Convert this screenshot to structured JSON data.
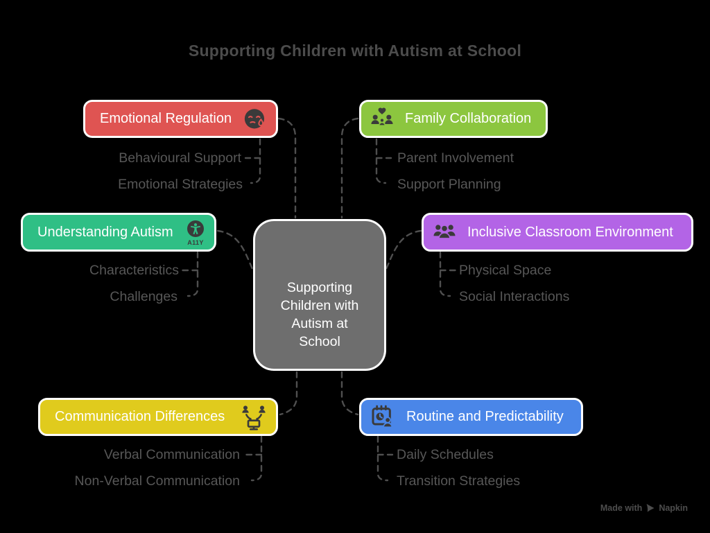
{
  "page": {
    "background_color": "#000000",
    "title": "Supporting Children with Autism at School",
    "watermark": {
      "prefix": "Made with",
      "brand": "Napkin"
    }
  },
  "center_node": {
    "label": "Supporting Children with Autism at School",
    "lines": [
      "Supporting",
      "Children with",
      "Autism at",
      "School"
    ],
    "color": "#6E6E6E",
    "text_color": "#FFFFFF"
  },
  "branches": [
    {
      "id": "emotional-regulation",
      "label": "Emotional Regulation",
      "color": "#DF5452",
      "icon": "crying-face-icon",
      "icon_side": "right",
      "children": [
        "Behavioural Support",
        "Emotional Strategies"
      ]
    },
    {
      "id": "family-collaboration",
      "label": "Family Collaboration",
      "color": "#8CC63F",
      "icon": "family-heart-icon",
      "icon_side": "left",
      "children": [
        "Parent Involvement",
        "Support Planning"
      ]
    },
    {
      "id": "understanding-autism",
      "label": "Understanding Autism",
      "color": "#2FBF85",
      "icon": "accessibility-icon",
      "icon_label": "A11Y",
      "icon_side": "right",
      "children": [
        "Characteristics",
        "Challenges"
      ]
    },
    {
      "id": "inclusive-classroom-environment",
      "label": "Inclusive Classroom Environment",
      "color": "#B364E6",
      "icon": "group-icon",
      "icon_side": "left",
      "children": [
        "Physical Space",
        "Social Interactions"
      ]
    },
    {
      "id": "communication-differences",
      "label": "Communication Differences",
      "color": "#E0CB1D",
      "icon": "communication-exchange-icon",
      "icon_side": "right",
      "children": [
        "Verbal Communication",
        "Non-Verbal Communication"
      ]
    },
    {
      "id": "routine-and-predictability",
      "label": "Routine and Predictability",
      "color": "#4A86E8",
      "icon": "calendar-schedule-icon",
      "icon_side": "left",
      "children": [
        "Daily Schedules",
        "Transition Strategies"
      ]
    }
  ],
  "styles": {
    "connector_color": "#4F4F4F",
    "subtopic_text_color": "#575757",
    "title_color": "#4C4C4C",
    "icon_color": "#3A3A3A",
    "watermark_color": "#4D4D4D"
  }
}
